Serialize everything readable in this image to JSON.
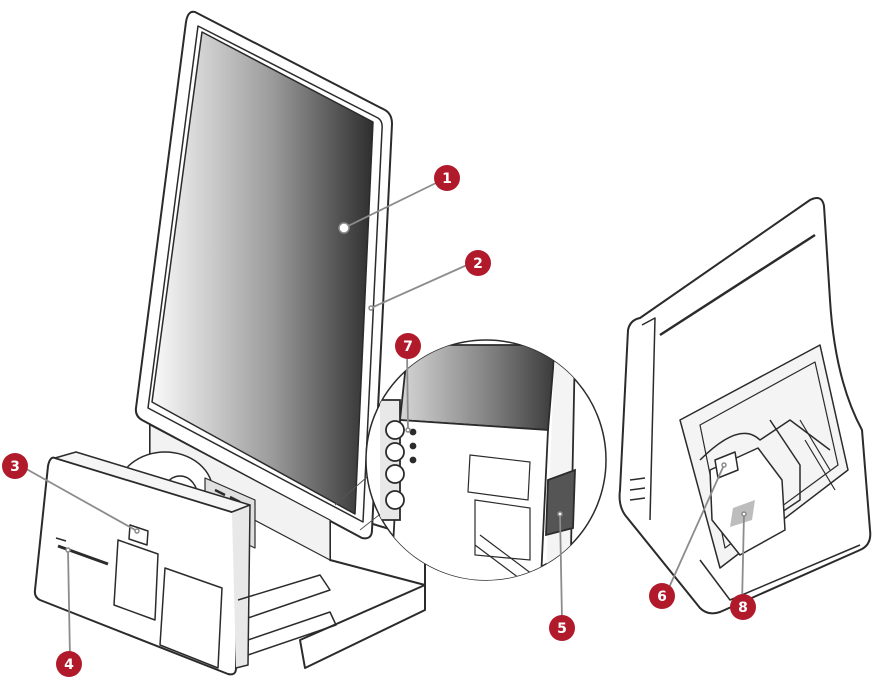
{
  "colors": {
    "callout": "#b01a2b",
    "leader": "#8c8c8c",
    "outline": "#2b2b2b",
    "screen_dark": "#2e2e2e",
    "screen_light": "#fafafa",
    "panel_gray": "#bdbdbd"
  },
  "callouts": [
    {
      "id": "c1",
      "label": "1"
    },
    {
      "id": "c2",
      "label": "2"
    },
    {
      "id": "c3",
      "label": "3"
    },
    {
      "id": "c4",
      "label": "4"
    },
    {
      "id": "c5",
      "label": "5"
    },
    {
      "id": "c6",
      "label": "6"
    },
    {
      "id": "c7",
      "label": "7"
    },
    {
      "id": "c8",
      "label": "8"
    }
  ]
}
